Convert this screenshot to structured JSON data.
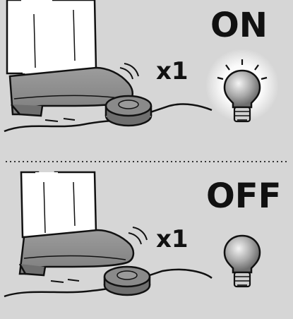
{
  "panels": [
    {
      "state": "ON",
      "press_count": "x1",
      "light": "lit"
    },
    {
      "state": "OFF",
      "press_count": "x1",
      "light": "unlit"
    }
  ],
  "colors": {
    "background": "#d6d6d6",
    "shoe": "#8f8f8f",
    "trouser": "#ffffff",
    "outline": "#111111",
    "glow": "#ffffff",
    "divider": "#333333"
  },
  "icons": [
    "foot-press-illustration",
    "foot-pedal-switch",
    "light-bulb-on-icon",
    "light-bulb-off-icon"
  ]
}
